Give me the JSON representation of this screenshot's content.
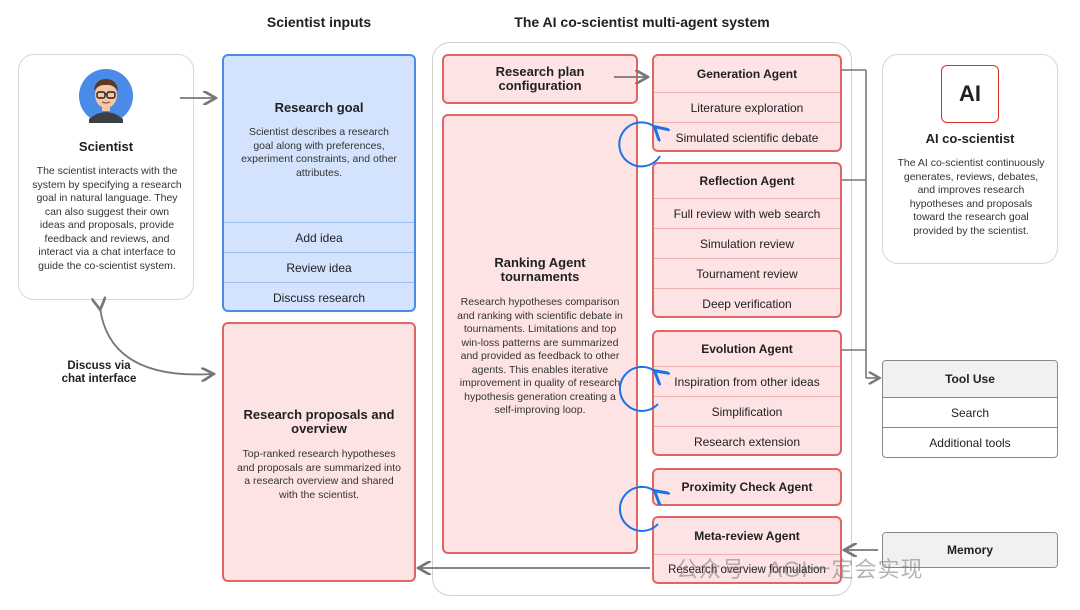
{
  "headers": {
    "inputs": "Scientist inputs",
    "system": "The AI co-scientist multi-agent system"
  },
  "scientist": {
    "title": "Scientist",
    "description": "The scientist interacts with the system by specifying a research goal in natural language. They can also suggest their own ideas and proposals, provide feedback and reviews, and interact via a chat interface to guide the co-scientist system."
  },
  "discuss_label": "Discuss via\nchat interface",
  "research_goal": {
    "title": "Research goal",
    "description": "Scientist describes a research goal along with preferences, experiment constraints, and other attributes.",
    "actions": [
      "Add idea",
      "Review idea",
      "Discuss research"
    ]
  },
  "proposals": {
    "title": "Research proposals and overview",
    "description": "Top-ranked research hypotheses and proposals are summarized into a research overview and shared with the scientist."
  },
  "plan_config": {
    "title": "Research plan configuration"
  },
  "ranking": {
    "title": "Ranking Agent tournaments",
    "description": "Research hypotheses comparison and ranking with scientific debate in tournaments. Limitations and top win-loss patterns are summarized and provided as feedback to other agents. This enables iterative improvement in quality of research hypothesis generation creating a self-improving loop."
  },
  "agents": {
    "generation": {
      "title": "Generation Agent",
      "items": [
        "Literature exploration",
        "Simulated scientific debate"
      ]
    },
    "reflection": {
      "title": "Reflection Agent",
      "items": [
        "Full review with web search",
        "Simulation review",
        "Tournament review",
        "Deep verification"
      ]
    },
    "evolution": {
      "title": "Evolution Agent",
      "items": [
        "Inspiration from other ideas",
        "Simplification",
        "Research extension"
      ]
    },
    "proximity": {
      "title": "Proximity Check Agent"
    },
    "meta": {
      "title": "Meta-review Agent",
      "items": [
        "Research overview formulation"
      ]
    }
  },
  "ai": {
    "logo": "AI",
    "title": "AI co-scientist",
    "description": "The AI co-scientist continuously generates, reviews, debates, and improves research hypotheses and proposals toward the research goal provided by the scientist."
  },
  "tool_use": {
    "title": "Tool Use",
    "items": [
      "Search",
      "Additional tools"
    ]
  },
  "memory": {
    "title": "Memory"
  },
  "watermark": "公众号 · AGI一定会实现",
  "colors": {
    "pink_fill": "#fde3e3",
    "pink_border": "#e06666",
    "blue_fill": "#d3e3fd",
    "blue_border": "#4a8ae8",
    "loop_arrow": "#1a73e8",
    "ai_logo": "#d93025"
  },
  "icons": [
    "scientist-avatar-icon",
    "loop-arrow-icon",
    "arrow-icon"
  ]
}
